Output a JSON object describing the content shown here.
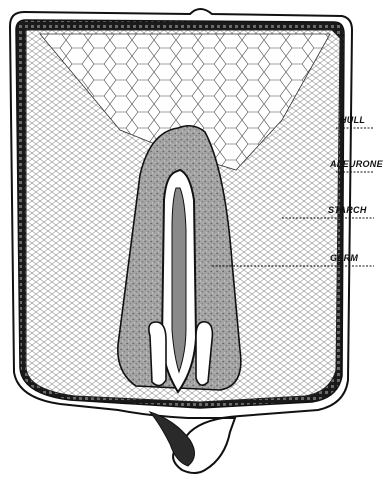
{
  "diagram": {
    "labels": {
      "hull": "HULL",
      "aleurone": "ALEURONE",
      "starch": "STARCH",
      "germ": "GERM"
    },
    "colors": {
      "ink": "#111111",
      "hull_band": "#1a1a1a",
      "germ_fill": "#9a9a9a",
      "paper": "#ffffff"
    }
  }
}
